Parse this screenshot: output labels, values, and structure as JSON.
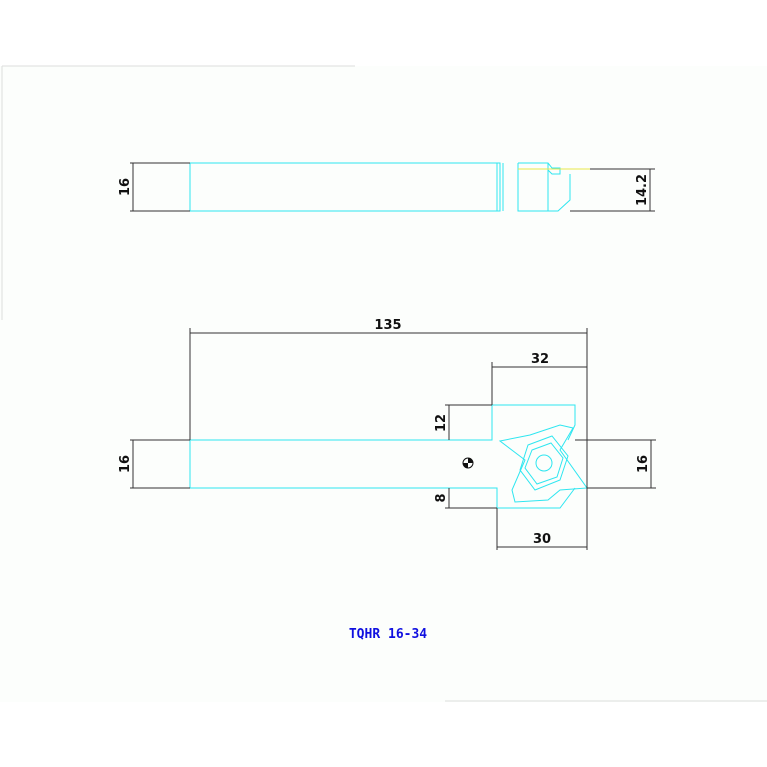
{
  "drawing": {
    "title": "TQHR 16-34",
    "top_view": {
      "height_dim": "16",
      "tip_height_dim": "14.2"
    },
    "plan_view": {
      "overall_length": "135",
      "head_length": "32",
      "upper_offset": "12",
      "lower_offset": "8",
      "head_width": "30",
      "shank_left": "16",
      "shank_right": "16"
    }
  },
  "colors": {
    "geometry": "#2ee6f0",
    "dimension": "#333333",
    "title": "#1010e0",
    "axis": "#e8e84a"
  }
}
